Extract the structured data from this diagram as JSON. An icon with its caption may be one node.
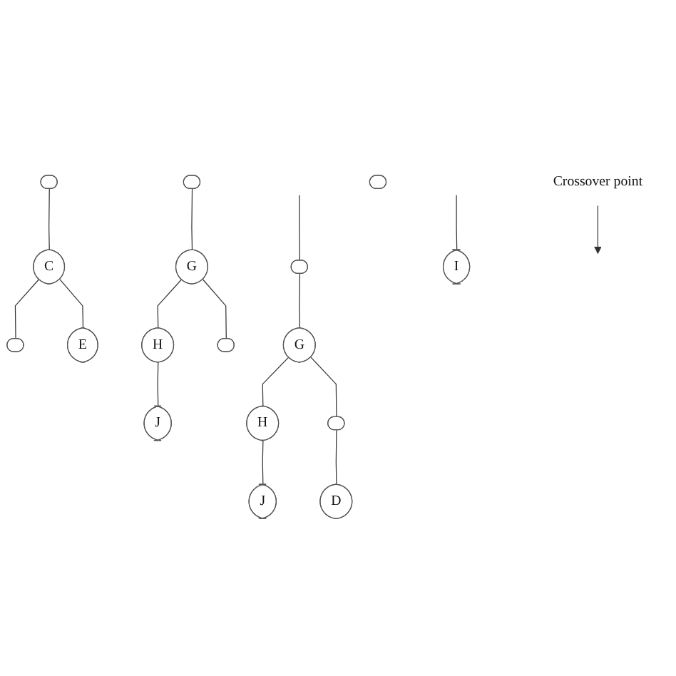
{
  "diagram": {
    "nodes": [
      {
        "text": [],
        "shape": "ellipse"
      },
      {
        "text": [
          "Crossover point"
        ]
      },
      {
        "text": [],
        "shape": "ellipse"
      },
      {
        "text": [
          "C"
        ]
      },
      {
        "text": [
          "G"
        ]
      },
      {
        "text": [],
        "shape": "ellipse"
      },
      {
        "text": [
          "E"
        ]
      },
      {
        "text": [
          "H"
        ]
      },
      {
        "text": [],
        "shape": "ellipse"
      },
      {
        "text": [
          "J"
        ]
      },
      {
        "text": [],
        "shape": "ellipse"
      },
      {
        "text": [],
        "shape": "ellipse"
      },
      {
        "text": [
          "I"
        ]
      },
      {
        "text": [
          "G"
        ]
      },
      {
        "text": [
          "H"
        ]
      },
      {
        "text": [],
        "shape": "ellipse"
      },
      {
        "text": [
          "J"
        ]
      },
      {
        "text": [
          "D"
        ]
      }
    ],
    "edges": [
      {
        "from": 0,
        "to": 3,
        "arrow": "none"
      },
      {
        "from": 3,
        "to": 5,
        "arrow": "none"
      },
      {
        "from": 3,
        "to": 6,
        "arrow": "none"
      },
      {
        "from": 1,
        "to": null,
        "arrow": "to"
      },
      {
        "from": 2,
        "to": 4,
        "arrow": "none"
      },
      {
        "from": 4,
        "to": 7,
        "arrow": "none"
      },
      {
        "from": 4,
        "to": 8,
        "arrow": "none"
      },
      {
        "from": 7,
        "to": 9,
        "arrow": "none"
      },
      {
        "from": null,
        "to": 12,
        "arrow": "none"
      },
      {
        "from": null,
        "to": 11,
        "arrow": "none"
      },
      {
        "from": 11,
        "to": 13,
        "arrow": "none"
      },
      {
        "from": 13,
        "to": 14,
        "arrow": "none"
      },
      {
        "from": 13,
        "to": 15,
        "arrow": "none"
      },
      {
        "from": 14,
        "to": 16,
        "arrow": "none"
      },
      {
        "from": 15,
        "to": 17,
        "arrow": "none"
      }
    ]
  }
}
